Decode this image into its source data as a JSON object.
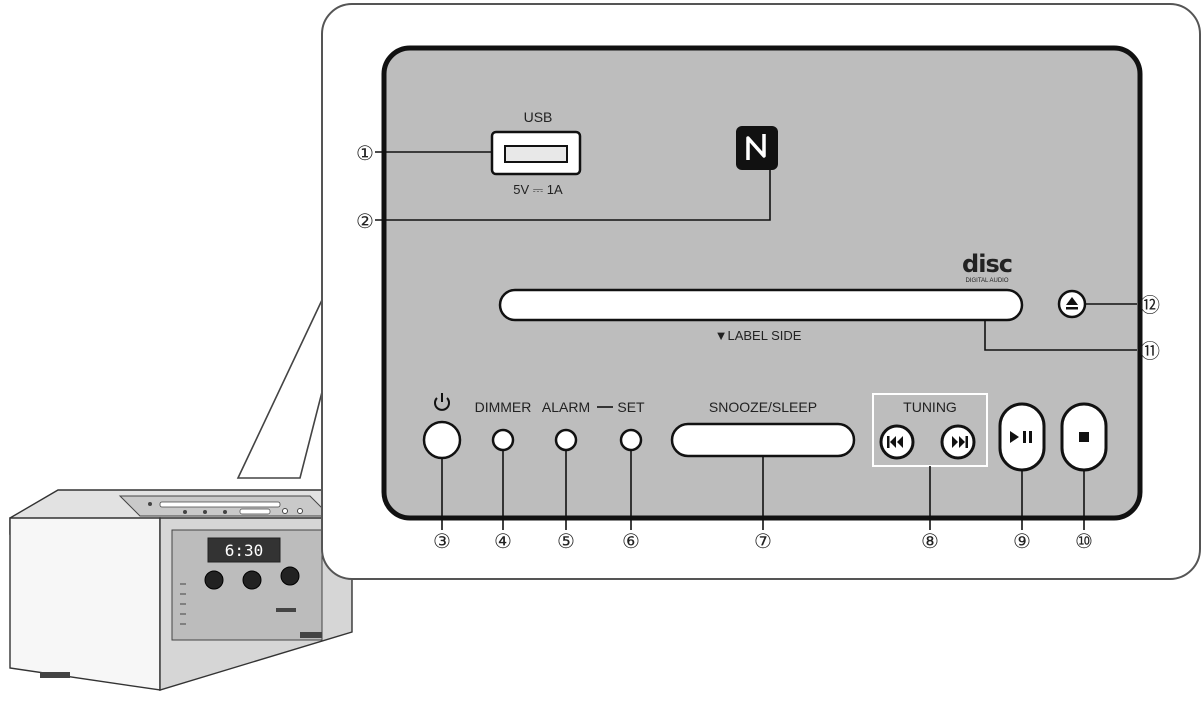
{
  "usb": {
    "label": "USB",
    "rating": "5V ⎓ 1A"
  },
  "cd_logo": {
    "top": "disc",
    "bottom": "DIGITAL AUDIO"
  },
  "disc_slot": {
    "label": "▼LABEL SIDE"
  },
  "buttons": {
    "dimmer": "DIMMER",
    "alarm": "ALARM",
    "set": "SET",
    "snooze_sleep": "SNOOZE/SLEEP",
    "tuning": "TUNING"
  },
  "device_display": "6:30",
  "callouts": [
    "①",
    "②",
    "③",
    "④",
    "⑤",
    "⑥",
    "⑦",
    "⑧",
    "⑨",
    "⑩",
    "⑪",
    "⑫"
  ],
  "icons": {
    "power": "power-icon",
    "nfc": "nfc-icon",
    "prev": "skip-back-icon",
    "next": "skip-forward-icon",
    "play_pause": "play-pause-icon",
    "stop": "stop-icon",
    "eject": "eject-icon"
  }
}
